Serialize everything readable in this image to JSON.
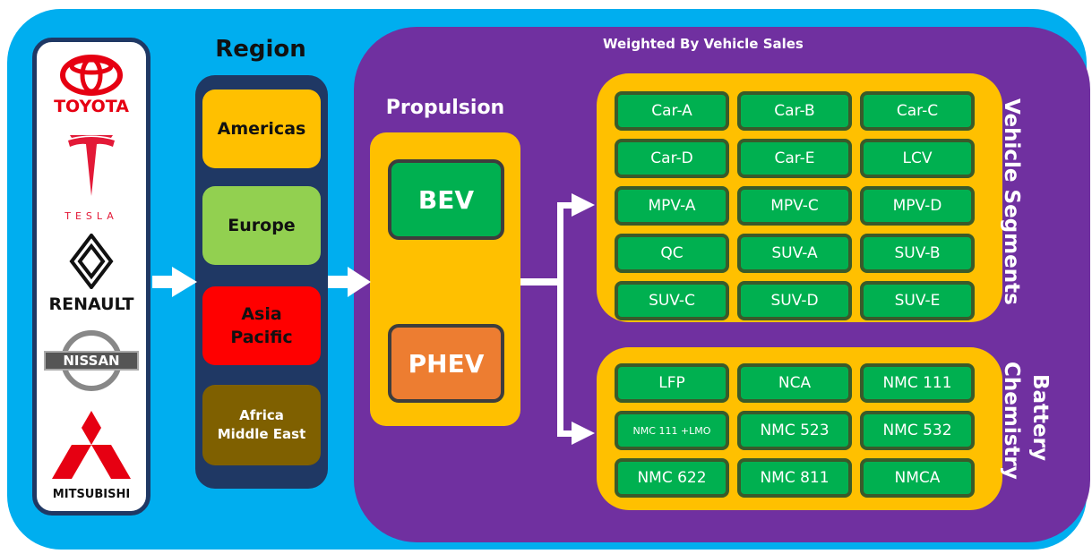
{
  "brands": [
    {
      "name": "TOYOTA",
      "icon": "toyota-logo-icon",
      "color": "#e60012"
    },
    {
      "name": "TESLA",
      "icon": "tesla-logo-icon",
      "color": "#e31937"
    },
    {
      "name": "RENAULT",
      "icon": "renault-logo-icon",
      "color": "#111111"
    },
    {
      "name": "NISSAN",
      "icon": "nissan-logo-icon",
      "color": "#444444"
    },
    {
      "name": "MITSUBISHI",
      "icon": "mitsubishi-logo-icon",
      "color": "#e60012"
    }
  ],
  "region": {
    "title": "Region",
    "items": [
      {
        "label": "Americas",
        "color": "#ffc000"
      },
      {
        "label": "Europe",
        "color": "#92d050"
      },
      {
        "label": "Asia Pacific",
        "color": "#ff0000"
      },
      {
        "label": "Africa Middle East",
        "color": "#7f6000"
      }
    ]
  },
  "weighted_label": "Weighted By Vehicle Sales",
  "propulsion": {
    "title": "Propulsion",
    "items": [
      {
        "label": "BEV",
        "color": "#00b050"
      },
      {
        "label": "PHEV",
        "color": "#ed7d31"
      }
    ]
  },
  "vehicle_segments": {
    "title": "Vehicle Segments",
    "items": [
      "Car-A",
      "Car-B",
      "Car-C",
      "Car-D",
      "Car-E",
      "LCV",
      "MPV-A",
      "MPV-C",
      "MPV-D",
      "QC",
      "SUV-A",
      "SUV-B",
      "SUV-C",
      "SUV-D",
      "SUV-E"
    ]
  },
  "battery_chemistry": {
    "title_line1": "Battery",
    "title_line2": "Chemistry",
    "items": [
      "LFP",
      "NCA",
      "NMC 111",
      "NMC 111 +LMO",
      "NMC 523",
      "NMC 532",
      "NMC 622",
      "NMC 811",
      "NMCA"
    ]
  },
  "colors": {
    "background": "#00aeef",
    "panel_purple": "#7030a0",
    "panel_gold": "#ffc000",
    "cell_green": "#00b050",
    "navy": "#1f3864"
  }
}
